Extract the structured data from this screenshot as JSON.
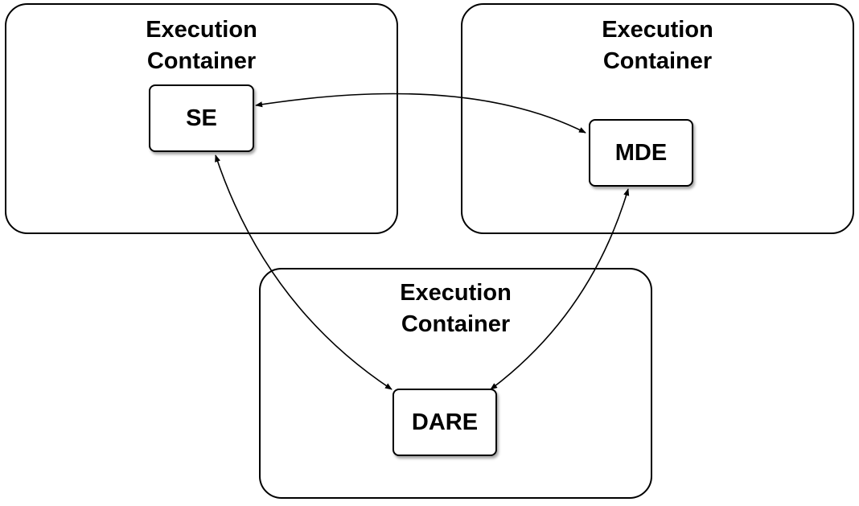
{
  "containers": [
    {
      "id": "container-left",
      "title": "Execution\nContainer"
    },
    {
      "id": "container-right",
      "title": "Execution\nContainer"
    },
    {
      "id": "container-bottom",
      "title": "Execution\nContainer"
    }
  ],
  "nodes": {
    "se": {
      "label": "SE"
    },
    "mde": {
      "label": "MDE"
    },
    "dare": {
      "label": "DARE"
    }
  },
  "connections": [
    {
      "from": "SE",
      "to": "MDE",
      "direction": "bidirectional"
    },
    {
      "from": "SE",
      "to": "DARE",
      "direction": "bidirectional"
    },
    {
      "from": "MDE",
      "to": "DARE",
      "direction": "bidirectional"
    }
  ],
  "colors": {
    "stroke": "#000000",
    "background": "#ffffff"
  }
}
